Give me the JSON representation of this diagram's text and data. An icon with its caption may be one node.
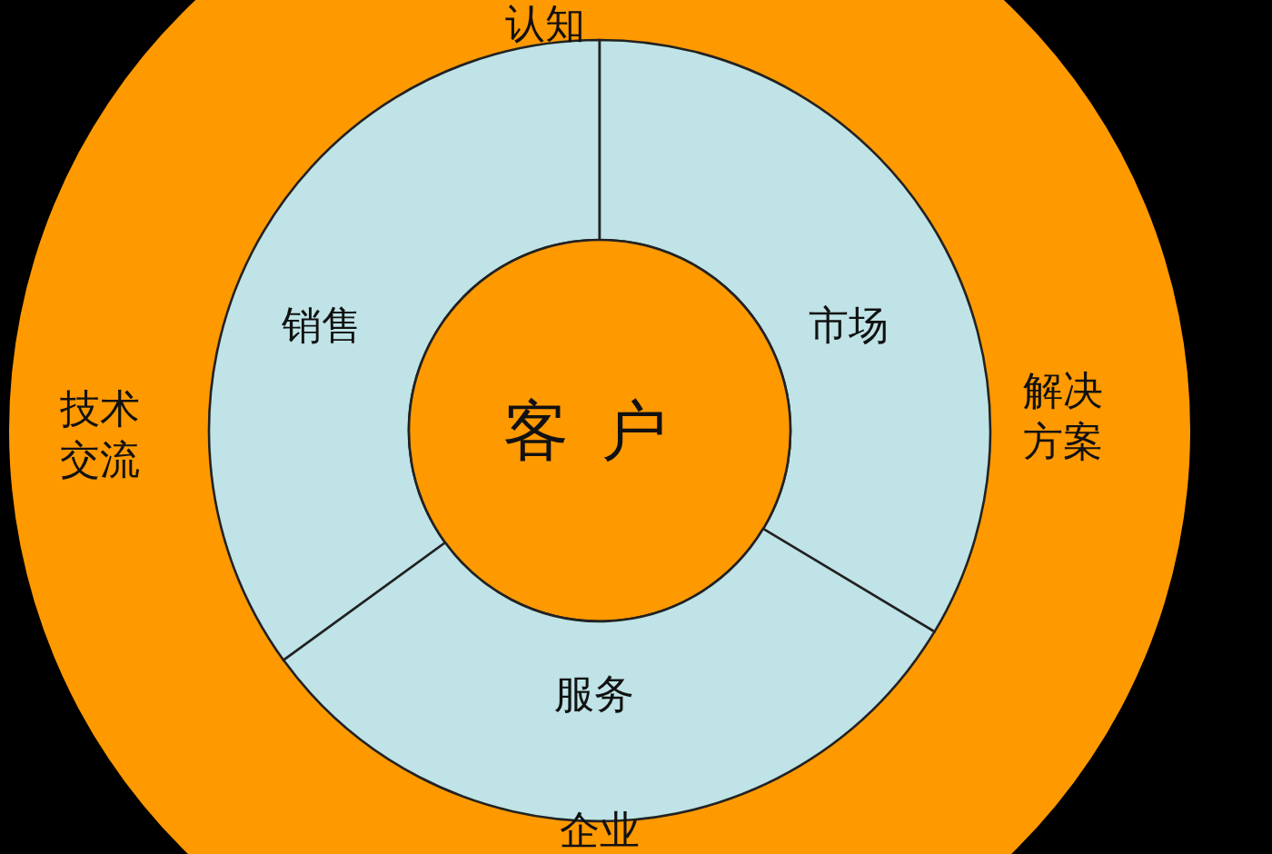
{
  "diagram": {
    "nodes": [
      {
        "text": [
          "认知",
          "技术交流",
          "解决方案",
          "企业"
        ]
      },
      {
        "text": [
          "销售"
        ],
        "in": 0
      },
      {
        "text": [
          "市场"
        ],
        "in": 0
      },
      {
        "text": [
          "客户"
        ],
        "in": 0
      },
      {
        "text": [
          "服务"
        ],
        "in": 0
      }
    ]
  }
}
